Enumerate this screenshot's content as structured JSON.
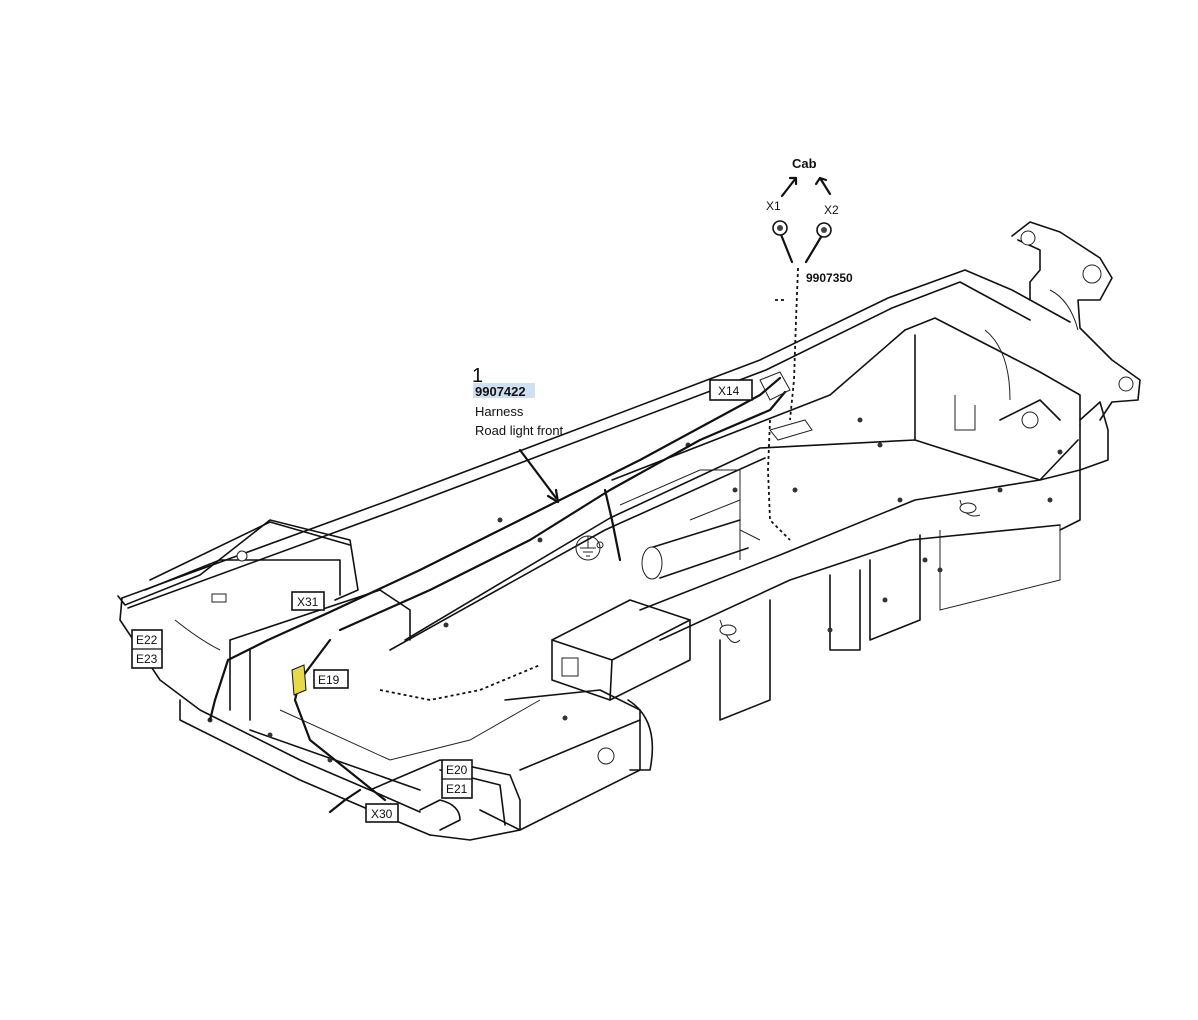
{
  "callout": {
    "number": "1",
    "part_number": "9907422",
    "line1": "Harness",
    "line2": "Road light front"
  },
  "cab": {
    "label": "Cab",
    "x1": "X1",
    "x2": "X2",
    "part_number": "9907350"
  },
  "connectors": {
    "x14": "X14",
    "x31": "X31",
    "x30": "X30",
    "e22": "E22",
    "e23": "E23",
    "e19": "E19",
    "e20": "E20",
    "e21": "E21"
  },
  "colors": {
    "highlight": "#cfe0f3",
    "lamp": "#e8d84a"
  }
}
